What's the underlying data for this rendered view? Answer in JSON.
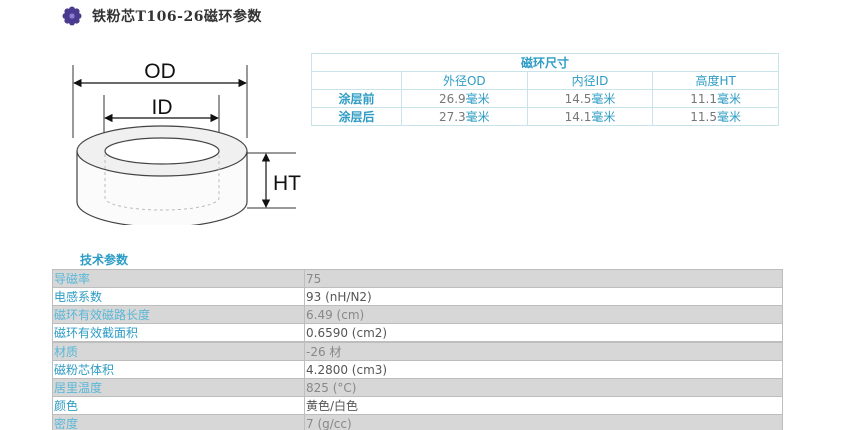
{
  "header": {
    "title": "铁粉芯T106-26磁环参数",
    "icon": "purple-gear-flower-icon"
  },
  "diagram": {
    "od_label": "OD",
    "id_label": "ID",
    "ht_label": "HT"
  },
  "dimensions": {
    "caption": "磁环尺寸",
    "columns": [
      "外径OD",
      "内径ID",
      "高度HT"
    ],
    "rows": [
      {
        "label": "涂层前",
        "values": [
          "26.9",
          "14.5",
          "11.1"
        ],
        "unit": "毫米"
      },
      {
        "label": "涂层后",
        "values": [
          "27.3",
          "14.1",
          "11.5"
        ],
        "unit": "毫米"
      }
    ]
  },
  "tech": {
    "title": "技术参数",
    "group1": [
      {
        "key": "导磁率",
        "value": "75"
      },
      {
        "key": "电感系数",
        "value": "93 (nH/N2)"
      },
      {
        "key": "磁环有效磁路长度",
        "value": "6.49 (cm)"
      },
      {
        "key": "磁环有效截面积",
        "value": "0.6590 (cm2)"
      }
    ],
    "group2": [
      {
        "key": "材质",
        "value": "-26 材"
      },
      {
        "key": "磁粉芯体积",
        "value": "4.2800 (cm3)"
      },
      {
        "key": "居里温度",
        "value": "825 (°C)"
      },
      {
        "key": "颜色",
        "value": "黄色/白色"
      },
      {
        "key": "密度",
        "value": "7 (g/cc)"
      }
    ]
  },
  "colors": {
    "accent": "#2e9cc4",
    "row_shade": "#d7d7d7",
    "icon_purple": "#4b3b8f"
  }
}
